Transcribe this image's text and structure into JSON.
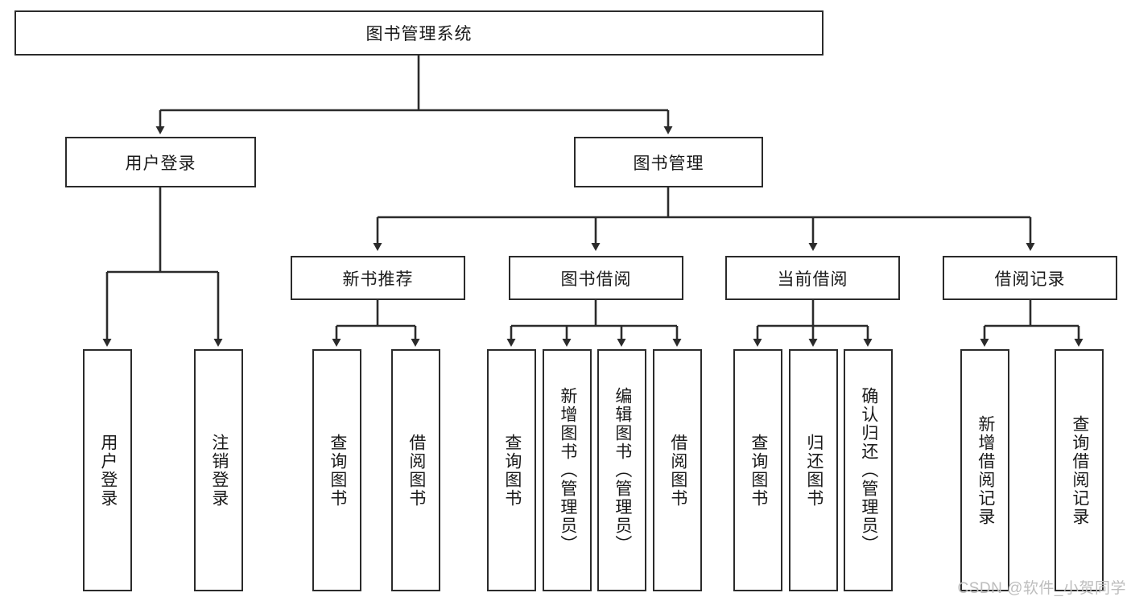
{
  "diagram": {
    "title": "图书管理系统",
    "type": "tree",
    "orientation": "top-down",
    "colors": {
      "stroke": "#2b2b2b",
      "fill": "#ffffff",
      "text": "#1a1a1a",
      "watermark": "#bdbdbd"
    },
    "root": {
      "label": "图书管理系统"
    },
    "level1": [
      {
        "label": "用户登录"
      },
      {
        "label": "图书管理"
      }
    ],
    "level2": [
      {
        "label": "新书推荐"
      },
      {
        "label": "图书借阅"
      },
      {
        "label": "当前借阅"
      },
      {
        "label": "借阅记录"
      }
    ],
    "leaves": {
      "user_login": [
        {
          "label": "用户登录"
        },
        {
          "label": "注销登录"
        }
      ],
      "new_book_recommend": [
        {
          "label": "查询图书"
        },
        {
          "label": "借阅图书"
        }
      ],
      "book_borrow": [
        {
          "label": "查询图书"
        },
        {
          "label": "新增图书（管理员）"
        },
        {
          "label": "编辑图书（管理员）"
        },
        {
          "label": "借阅图书"
        }
      ],
      "current_borrow": [
        {
          "label": "查询图书"
        },
        {
          "label": "归还图书"
        },
        {
          "label": "确认归还（管理员）"
        }
      ],
      "borrow_record": [
        {
          "label": "新增借阅记录"
        },
        {
          "label": "查询借阅记录"
        }
      ]
    }
  },
  "watermark": {
    "text": "CSDN @软件_小贺同学"
  }
}
